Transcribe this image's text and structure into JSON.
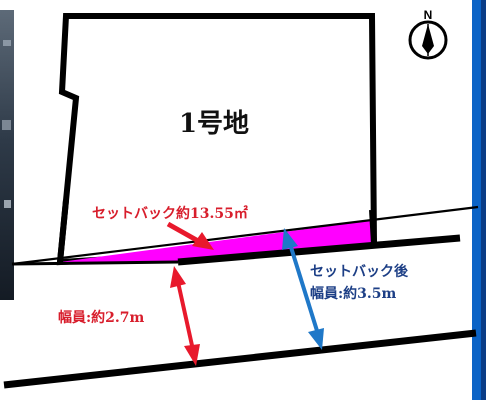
{
  "lot": {
    "name": "1号地"
  },
  "compass": {
    "north_letter": "N"
  },
  "setback_area": {
    "label": "セットバック約13.55㎡"
  },
  "current_road": {
    "label": "幅員:約2.7m"
  },
  "after_setback": {
    "line1": "セットバック後",
    "line2": "幅員:約3.5m"
  },
  "colors": {
    "setback_fill": "#ff00ff",
    "red_arrow": "#e8192c",
    "blue_arrow": "#1f78c8",
    "border_blue": "#0b63c6",
    "label_text_blue": "#1d3f86",
    "label_text_red": "#d81e2c"
  }
}
